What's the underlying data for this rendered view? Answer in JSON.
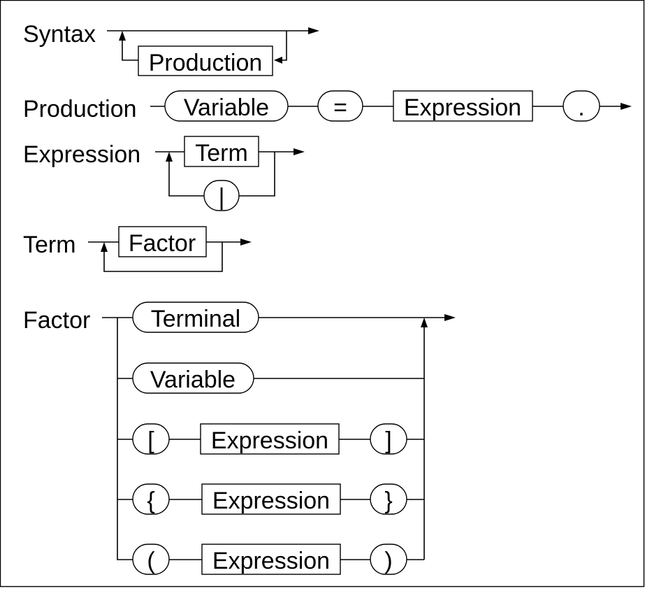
{
  "rules": {
    "syntax": {
      "name": "Syntax",
      "production": "Production"
    },
    "production": {
      "name": "Production",
      "variable": "Variable",
      "equals": "=",
      "expression": "Expression",
      "period": "."
    },
    "expression": {
      "name": "Expression",
      "term": "Term",
      "bar": "|"
    },
    "term": {
      "name": "Term",
      "factor": "Factor"
    },
    "factor": {
      "name": "Factor",
      "terminal": "Terminal",
      "variable": "Variable",
      "lbracket": "[",
      "rbracket": "]",
      "lbrace": "{",
      "rbrace": "}",
      "lparen": "(",
      "rparen": ")",
      "expression": "Expression"
    }
  }
}
